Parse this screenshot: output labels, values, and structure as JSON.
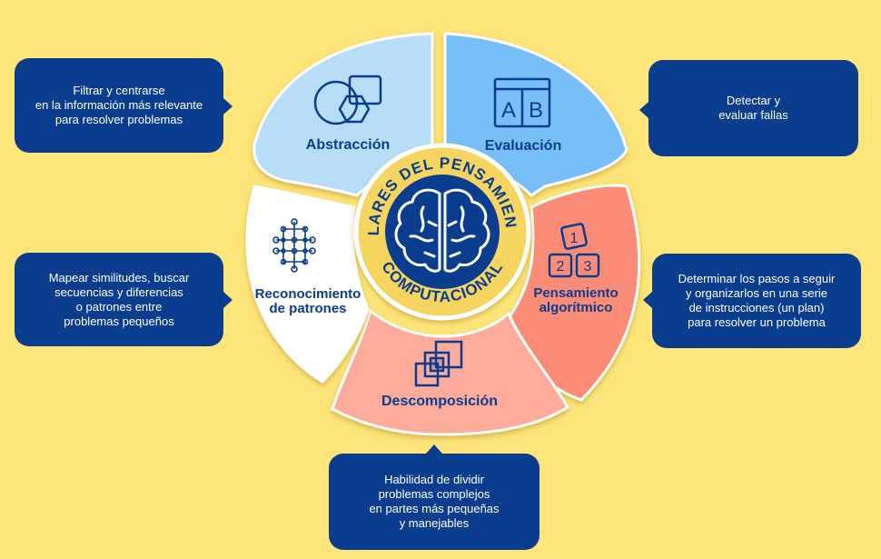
{
  "center": {
    "arc_top": "- PILARES DEL PENSAMIENTO -",
    "arc_bottom": "COMPUTACIONAL"
  },
  "segments": {
    "abstraccion": {
      "label": "Abstracción",
      "color": "#b8def7"
    },
    "evaluacion": {
      "label": "Evaluación",
      "color": "#78bef7"
    },
    "algoritmico": {
      "label_line1": "Pensamiento",
      "label_line2": "algorítmico",
      "color": "#fb8c78"
    },
    "descomposicion": {
      "label": "Descomposición",
      "color": "#fdab9a"
    },
    "patrones": {
      "label_line1": "Reconocimiento",
      "label_line2": "de patrones",
      "color": "#ffffff"
    }
  },
  "callouts": {
    "abstraccion": "Filtrar y centrarse\nen la información más relevante\npara resolver problemas",
    "evaluacion": "Detectar y\nevaluar fallas",
    "patrones": "Mapear similitudes, buscar\nsecuencias y diferencias\no patrones entre\nproblemas pequeños",
    "algoritmico": "Determinar los pasos a seguir\ny organizarlos en una serie\nde instrucciones (un plan)\npara resolver un problema",
    "descomposicion": "Habilidad de dividir\nproblemas complejos\nen partes más pequeñas\ny manejables"
  },
  "icons": {
    "abstraccion": "overlapping-shapes-icon",
    "evaluacion": "ab-test-icon",
    "algoritmico": "numbered-blocks-icon",
    "descomposicion": "nested-squares-icon",
    "patrones": "node-grid-icon",
    "center": "brain-icon"
  },
  "numbers": [
    "1",
    "2",
    "3"
  ],
  "ab_letters": [
    "A",
    "B"
  ],
  "colors": {
    "background": "#fde57a",
    "navy": "#0b3d8f",
    "ring": "#f5d45e"
  }
}
